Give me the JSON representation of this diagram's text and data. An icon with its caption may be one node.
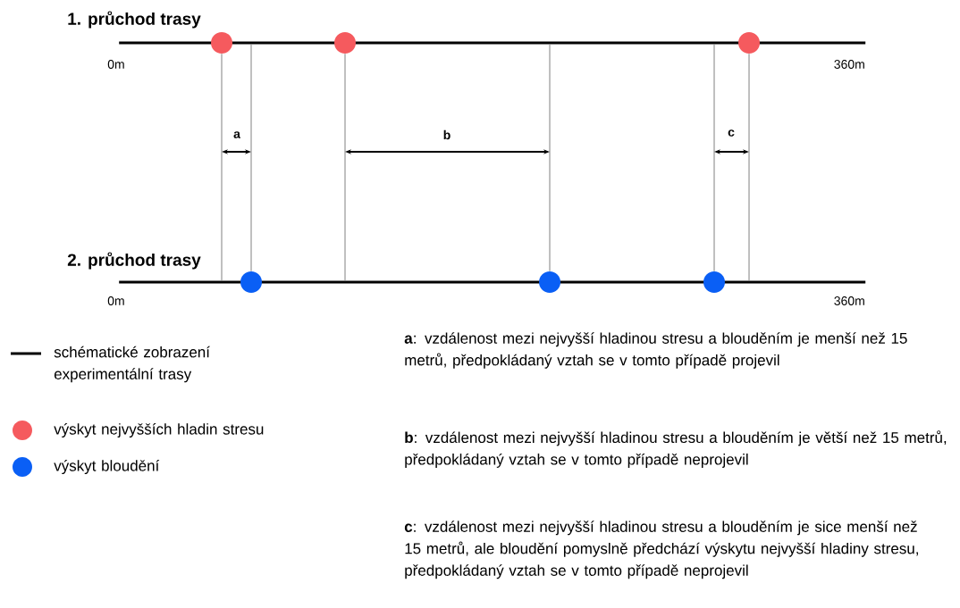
{
  "diagram": {
    "nodes": [
      {
        "text": [
          "1. průchod trasy"
        ],
        "beside": [
          "0m",
          "360m"
        ]
      },
      {
        "text": [],
        "shape": "circle"
      },
      {
        "text": [],
        "shape": "circle"
      },
      {
        "text": [],
        "shape": "circle"
      },
      {
        "text": [
          "2. průchod trasy"
        ],
        "beside": [
          "0m",
          "360m"
        ]
      },
      {
        "text": [],
        "shape": "circle"
      },
      {
        "text": [],
        "shape": "circle"
      },
      {
        "text": [],
        "shape": "circle"
      }
    ],
    "edges": [
      {
        "from": 1,
        "to": 4,
        "arrow": "none"
      },
      {
        "from": 0,
        "to": 5,
        "arrow": "none"
      },
      {
        "from": 2,
        "to": 4,
        "arrow": "none"
      },
      {
        "from": 0,
        "to": 6,
        "arrow": "none"
      },
      {
        "from": 0,
        "to": 7,
        "arrow": "none"
      },
      {
        "from": 3,
        "to": 4,
        "arrow": "none"
      }
    ],
    "labels": [
      "a",
      "b",
      "c",
      "**a**: vzdálenost mezi nejvyšší hladinou stresu a blouděním je menší než 15 metrů, předpokládaný vztah se v tomto případě projevil",
      "**b**: vzdálenost mezi nejvyšší hladinou stresu a blouděním je větší než 15 metrů, předpokládaný vztah se v tomto případě neprojevil",
      "**c**: vzdálenost mezi nejvyšší hladinou stresu a blouděním je sice menší než 15 metrů, ale bloudění pomyslně předchází výskytu nejvyšší hladiny stresu, předpokládaný vztah se v tomto případě neprojevil"
    ],
    "legend": [
      {
        "text": "schématické zobrazení experimentální trasy"
      },
      {
        "text": "výskyt nejvyšších hladin stresu",
        "color": "#f55a5e"
      },
      {
        "text": "výskyt bloudění",
        "color": "#0a5ff5"
      }
    ]
  }
}
